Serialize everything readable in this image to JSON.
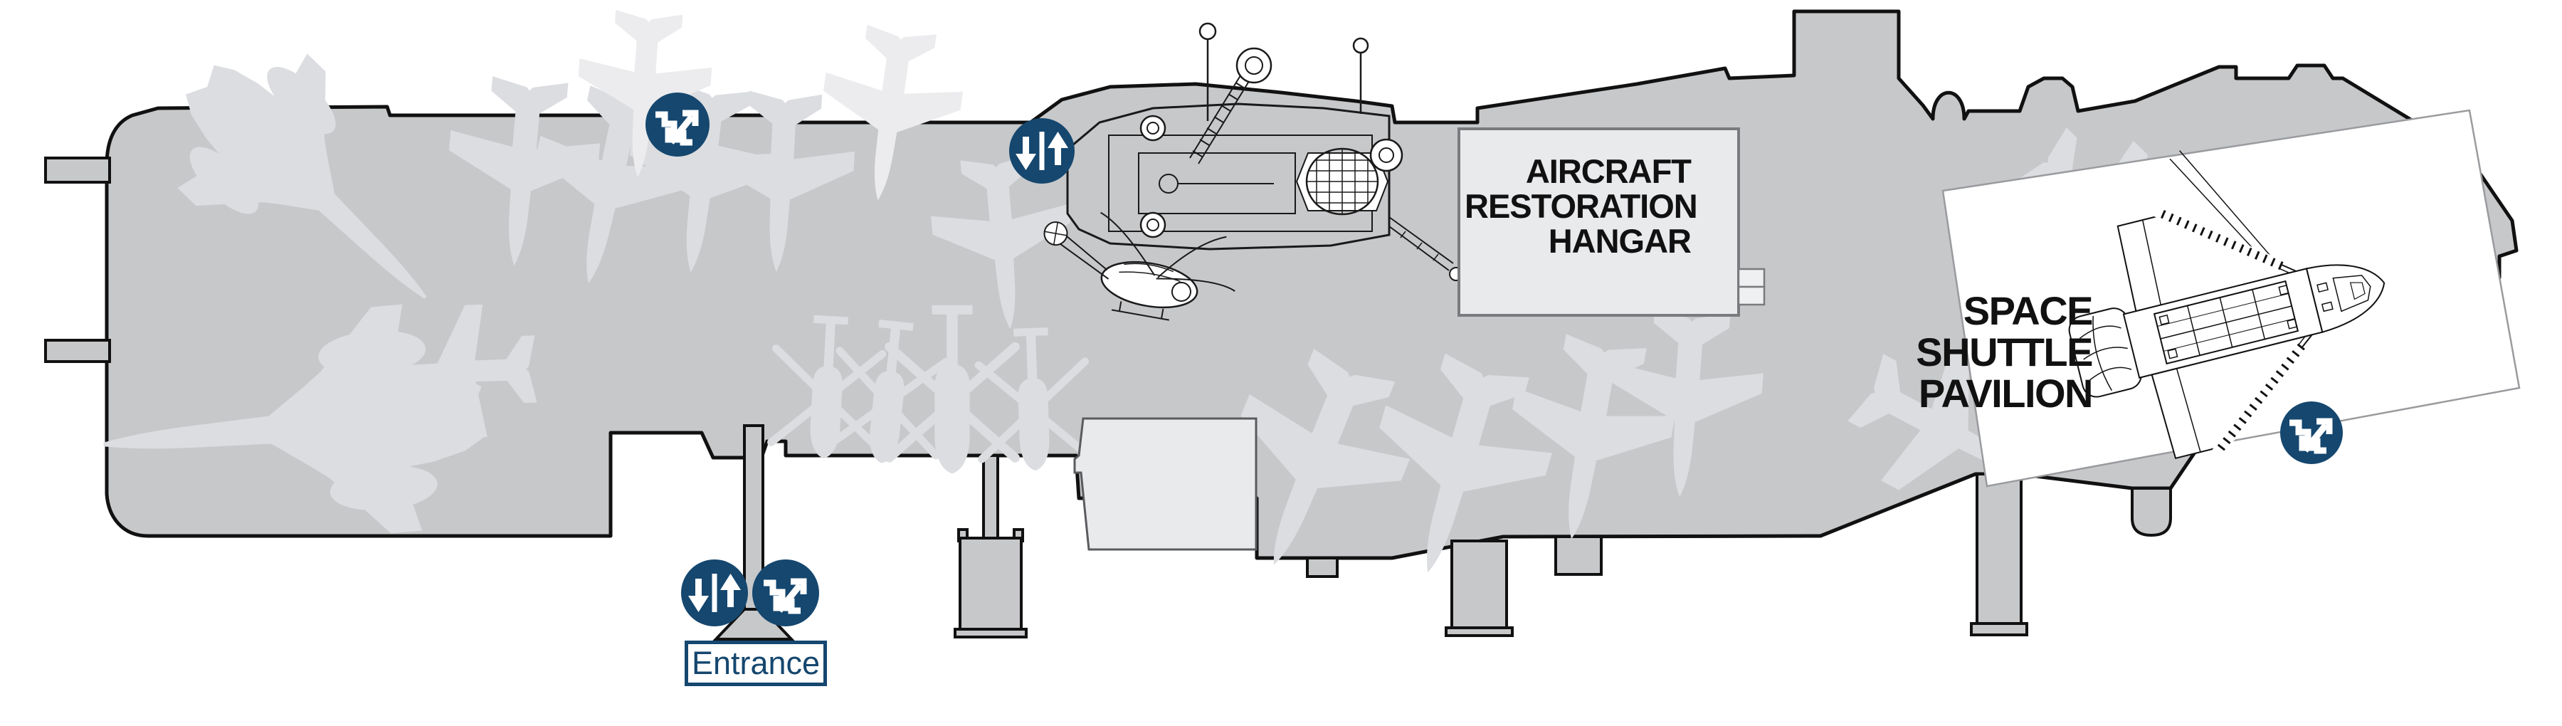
{
  "labels": {
    "hangar": {
      "lines": [
        "AIRCRAFT",
        "RESTORATION",
        "HANGAR"
      ]
    },
    "pavilion": {
      "lines": [
        "SPACE",
        "SHUTTLE",
        "PAVILION"
      ]
    },
    "entrance": {
      "label": "Entrance"
    }
  },
  "icons": {
    "stairs_icon": "stairs",
    "elevator_icon": "elevator"
  },
  "colors": {
    "accent_blue": "#15476f",
    "deck_gray": "#c7c8ca",
    "silhouette_gray": "#dcdde0",
    "silhouette_light": "#ececee",
    "building_gray": "#e9eaec",
    "outline_black": "#111111",
    "border_gray": "#7a7b7e",
    "white": "#ffffff"
  }
}
